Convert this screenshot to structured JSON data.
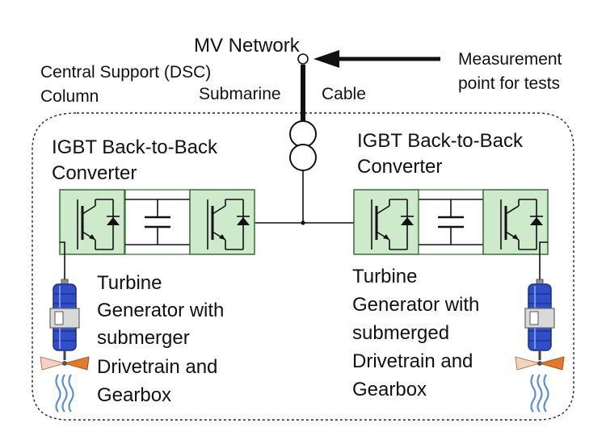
{
  "labels": {
    "mv_network": "MV Network",
    "central_support_line1": "Central Support (DSC)",
    "central_support_line2": "Column",
    "submarine_cable_word1": "Submarine",
    "submarine_cable_word2": "Cable",
    "measurement_line1": "Measurement",
    "measurement_line2": "point for tests",
    "left_converter_line1": "IGBT Back-to-Back",
    "left_converter_line2": "Converter",
    "right_converter_line1": "IGBT Back-to-Back",
    "right_converter_line2": "Converter",
    "left_turbine_lines": [
      "Turbine",
      "Generator with",
      "submerger",
      "Drivetrain and",
      "Gearbox"
    ],
    "right_turbine_lines": [
      "Turbine",
      "Generator with",
      "submerged",
      "Drivetrain and",
      "Gearbox"
    ]
  },
  "colors": {
    "converter_fill": "#cdeacb",
    "converter_stroke": "#3a6b3a",
    "line": "#111111",
    "generator_blue": "#2f4fc8",
    "propeller_light": "#f2d3bd",
    "propeller_dark": "#e07a2c",
    "water": "#5b8fd6"
  }
}
